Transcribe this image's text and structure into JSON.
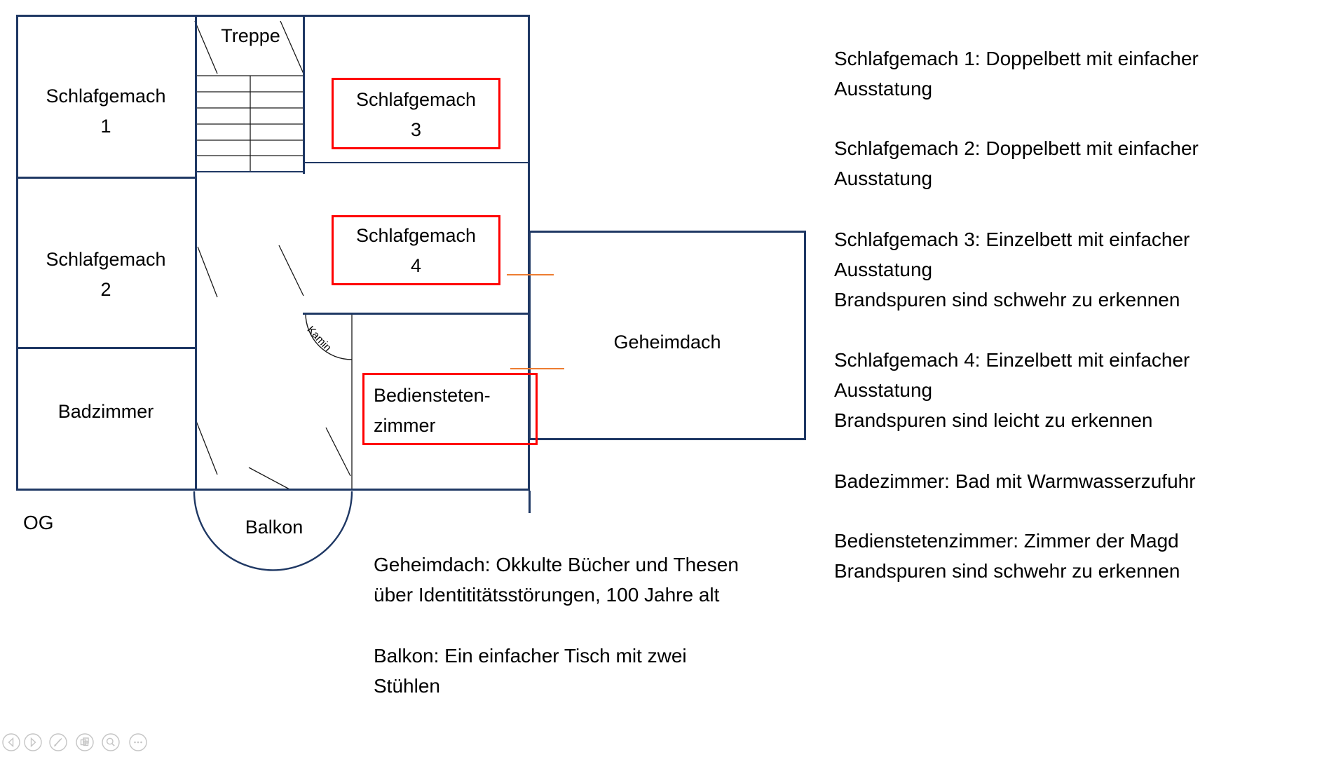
{
  "slide": {
    "floor_label": "OG",
    "plan": {
      "treppe": "Treppe",
      "schlafgemach1": [
        "Schlafgemach",
        "1"
      ],
      "schlafgemach2": [
        "Schlafgemach",
        "2"
      ],
      "badzimmer": "Badzimmer",
      "schlafgemach3": [
        "Schlafgemach",
        "3"
      ],
      "schlafgemach4": [
        "Schlafgemach",
        "4"
      ],
      "kamin": "Kamin",
      "bedienstetenzimmer": [
        "Bediensteten-",
        "zimmer"
      ],
      "geheimdach": "Geheimdach",
      "balkon": "Balkon"
    },
    "notes_right": [
      {
        "lines": [
          "Schlafgemach 1: Doppelbett mit einfacher",
          "Ausstatung"
        ]
      },
      {
        "lines": [
          "Schlafgemach 2: Doppelbett mit einfacher",
          "Ausstatung"
        ]
      },
      {
        "lines": [
          "Schlafgemach 3: Einzelbett mit einfacher",
          "Ausstatung",
          "Brandspuren sind schwehr zu erkennen"
        ]
      },
      {
        "lines": [
          "Schlafgemach 4: Einzelbett mit einfacher",
          "Ausstatung",
          "Brandspuren sind leicht zu erkennen"
        ]
      },
      {
        "lines": [
          "Badezimmer: Bad mit Warmwasserzufuhr"
        ]
      },
      {
        "lines": [
          "Bedienstetenzimmer: Zimmer der Magd",
          "Brandspuren sind schwehr zu erkennen"
        ]
      }
    ],
    "notes_bottom": [
      {
        "lines": [
          "Geheimdach: Okkulte Bücher und Thesen",
          "über Identititätsstörungen, 100 Jahre alt"
        ]
      },
      {
        "lines": [
          "Balkon: Ein einfacher Tisch mit zwei",
          "Stühlen"
        ]
      }
    ],
    "colors": {
      "wall": "#1F3864",
      "room_highlight": "#FF0000",
      "burn_marker": "#ED7D31",
      "toolbar_icon": "#C5C5C5"
    },
    "toolbar_icons": [
      "previous-slide",
      "next-slide",
      "pen",
      "slide-navigator",
      "zoom",
      "more-options"
    ]
  }
}
